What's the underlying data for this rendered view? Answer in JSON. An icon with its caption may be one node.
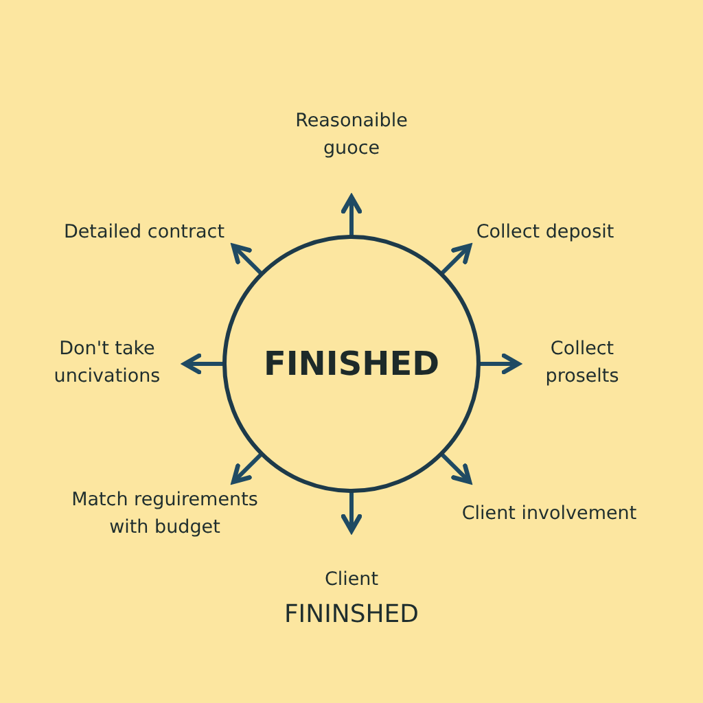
{
  "diagram": {
    "nodes": [
      {
        "text": [
          "FINISHED"
        ]
      },
      {
        "text": [
          "Reasonaible guoce"
        ]
      },
      {
        "text": [
          "Detailed contract"
        ]
      },
      {
        "text": [
          "Collect deposit"
        ]
      },
      {
        "text": [
          "Don't take uncivations"
        ]
      },
      {
        "text": [
          "Collect proselts"
        ]
      },
      {
        "text": [
          "Match reguirements with budget"
        ]
      },
      {
        "text": [
          "Client involvement"
        ]
      },
      {
        "text": [
          "Client",
          "FININSHED"
        ]
      }
    ],
    "edges": [
      {
        "from": 0,
        "to": 1,
        "arrow": "to"
      },
      {
        "from": 0,
        "to": 2,
        "arrow": "to"
      },
      {
        "from": 0,
        "to": 3,
        "arrow": "to"
      },
      {
        "from": 0,
        "to": 4,
        "arrow": "to"
      },
      {
        "from": 0,
        "to": 5,
        "arrow": "to"
      },
      {
        "from": 0,
        "to": 6,
        "arrow": "to"
      },
      {
        "from": 0,
        "to": 7,
        "arrow": "to"
      },
      {
        "from": 0,
        "to": 8,
        "arrow": "to"
      }
    ]
  }
}
